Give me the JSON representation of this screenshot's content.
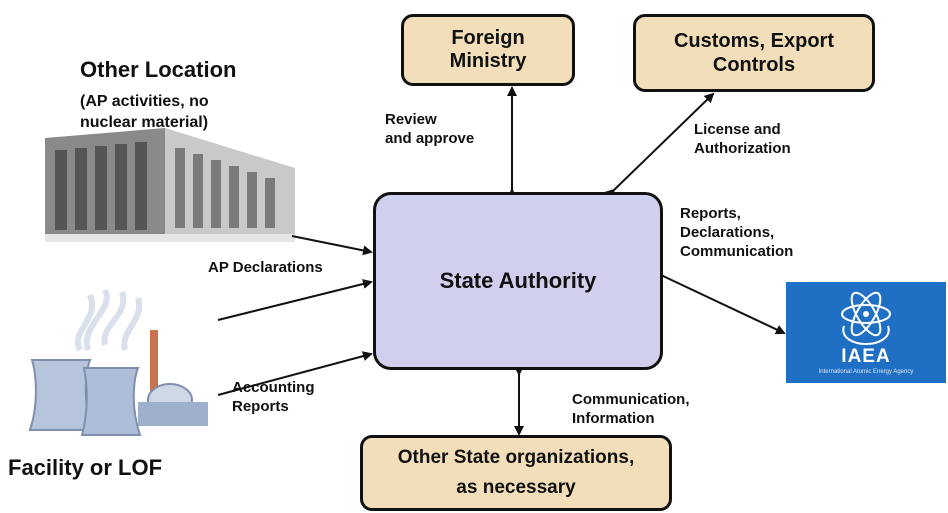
{
  "center": {
    "label": "State Authority"
  },
  "boxes": {
    "foreign_ministry": [
      "Foreign",
      "Ministry"
    ],
    "customs": [
      "Customs, Export",
      "Controls"
    ],
    "other_state": [
      "Other State organizations,",
      "as necessary"
    ]
  },
  "other_location": {
    "title": "Other Location",
    "subtitle": [
      "(AP activities, no",
      "nuclear material)"
    ]
  },
  "facility": {
    "label": "Facility or LOF"
  },
  "iaea": {
    "name": "IAEA",
    "subname": "International Atomic Energy Agency",
    "color": "#1f6fc4"
  },
  "labels": {
    "review": [
      "Review",
      "and approve"
    ],
    "license": [
      "License and",
      "Authorization"
    ],
    "reports": [
      "Reports,",
      "Declarations,",
      "Communication"
    ],
    "ap_declarations": "AP Declarations",
    "accounting": [
      "Accounting",
      "Reports"
    ],
    "communication": [
      "Communication,",
      "Information"
    ]
  },
  "colors": {
    "box_fill": "#f2dfba",
    "center_fill": "#d0d0ee"
  }
}
